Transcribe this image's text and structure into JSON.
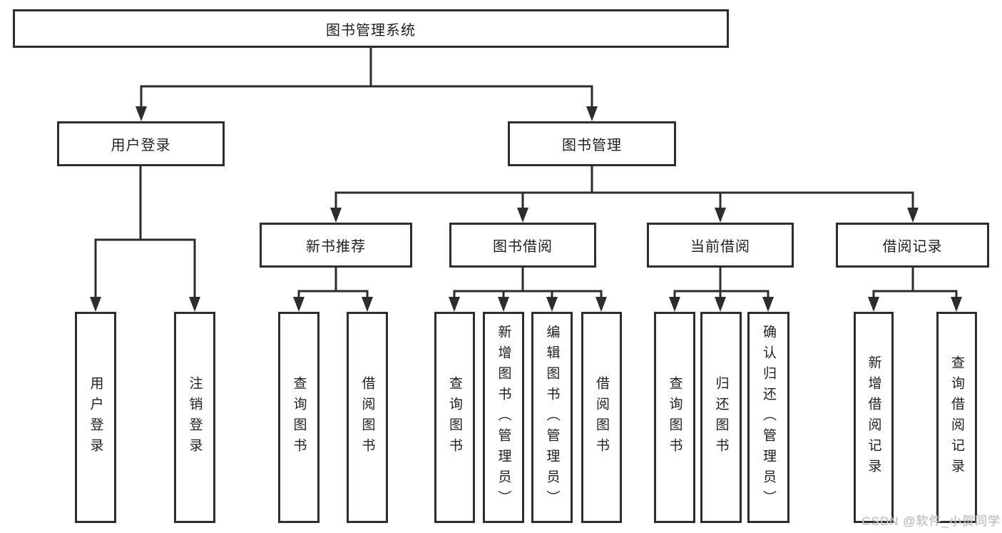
{
  "diagram": {
    "root": {
      "label": "图书管理系统"
    },
    "groups": [
      {
        "label": "用户登录",
        "leaves": [
          {
            "label": "用户登录"
          },
          {
            "label": "注销登录"
          }
        ]
      },
      {
        "label": "图书管理",
        "subgroups": [
          {
            "label": "新书推荐",
            "leaves": [
              {
                "label": "查询图书"
              },
              {
                "label": "借阅图书"
              }
            ]
          },
          {
            "label": "图书借阅",
            "leaves": [
              {
                "label": "查询图书"
              },
              {
                "label": "新增图书（管理员）"
              },
              {
                "label": "编辑图书（管理员）"
              },
              {
                "label": "借阅图书"
              }
            ]
          },
          {
            "label": "当前借阅",
            "leaves": [
              {
                "label": "查询图书"
              },
              {
                "label": "归还图书"
              },
              {
                "label": "确认归还（管理员）"
              }
            ]
          },
          {
            "label": "借阅记录",
            "leaves": [
              {
                "label": "新增借阅记录"
              },
              {
                "label": "查询借阅记录"
              }
            ]
          }
        ]
      }
    ]
  },
  "watermark": {
    "text": "CSDN @软件_小贺同学"
  },
  "colors": {
    "line": "#2d2d2d",
    "text": "#1f1f1f",
    "background": "#ffffff",
    "watermark": "#c6c6c6"
  }
}
